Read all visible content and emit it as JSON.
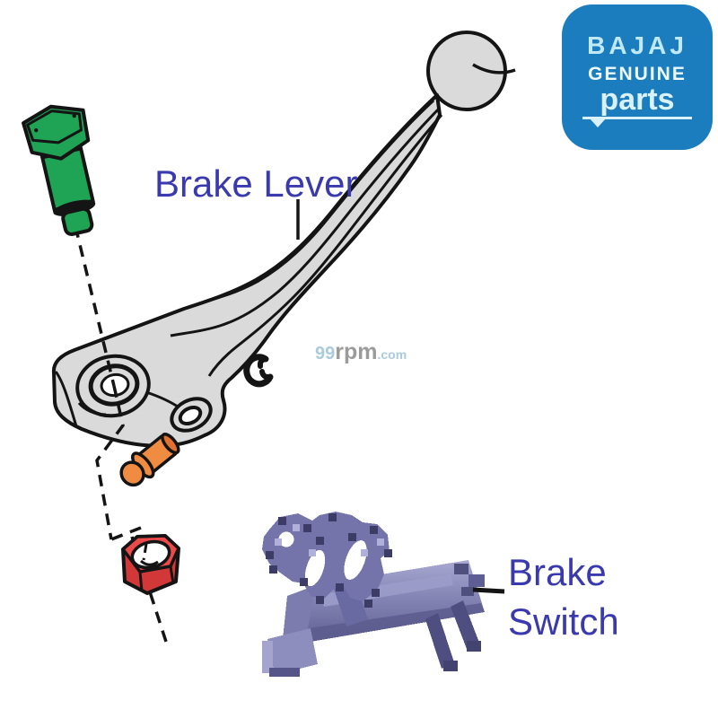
{
  "page": {
    "background_color": "#FFFFFF"
  },
  "diagram": {
    "label_color": "#3A3AAE",
    "labels": {
      "brake_lever": "Brake Lever",
      "brake_switch_line1": "Brake",
      "brake_switch_line2": "Switch"
    },
    "parts": [
      {
        "name": "mounting-bolt",
        "color": "#1FA355"
      },
      {
        "name": "brake-lever",
        "color": "#D9D9D9"
      },
      {
        "name": "circlip",
        "color": "#141414"
      },
      {
        "name": "pivot-pin",
        "color": "#F08C42"
      },
      {
        "name": "hex-nut",
        "color": "#E84848"
      },
      {
        "name": "brake-switch",
        "color": "#7575AB"
      }
    ]
  },
  "watermark": {
    "prefix": "99",
    "brand": "rpm",
    "suffix": ".com",
    "prefix_color": "#AACBDD",
    "brand_color": "#9B9B9B"
  },
  "logo": {
    "brand": "BAJAJ",
    "subtitle": "GENUINE",
    "product_line": "parts",
    "background_color": "#1B7DBE",
    "text_color": "#D9F2FA"
  }
}
